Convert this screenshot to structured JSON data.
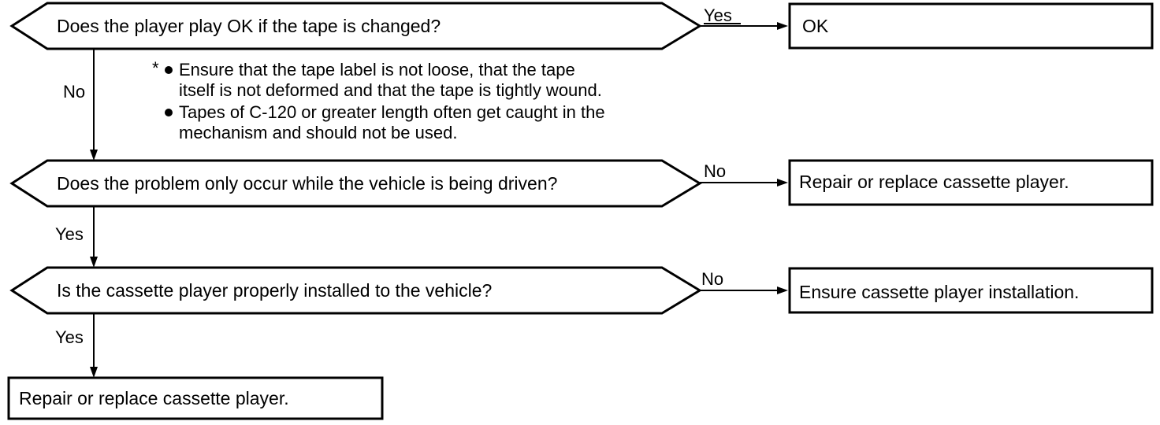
{
  "decisions": [
    {
      "question": "Does the player play OK if the tape is changed?",
      "right_label": "Yes",
      "down_label": "No",
      "result": "OK"
    },
    {
      "question": "Does the problem only occur while the vehicle is being driven?",
      "right_label": "No",
      "down_label": "Yes",
      "result": "Repair or replace cassette player."
    },
    {
      "question": "Is the cassette player properly installed to the vehicle?",
      "right_label": "No",
      "down_label": "Yes",
      "result": "Ensure cassette player installation."
    }
  ],
  "final_result": "Repair or replace cassette player.",
  "note": {
    "marker": "*",
    "bullets": [
      {
        "lines": [
          "Ensure that the tape label is not loose, that the tape",
          "itself is not deformed and that the tape is tightly wound."
        ]
      },
      {
        "lines": [
          "Tapes of C-120 or greater length often get caught in the",
          "mechanism and should not be used."
        ]
      }
    ]
  }
}
